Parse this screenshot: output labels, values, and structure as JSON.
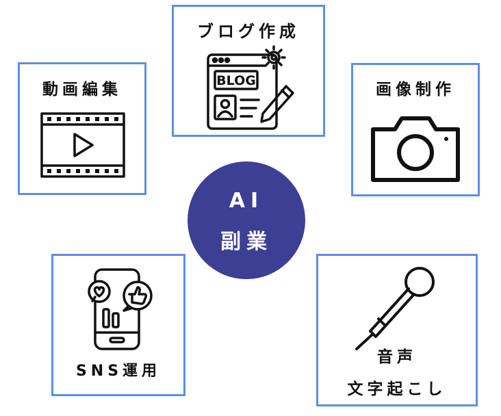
{
  "hub": {
    "line1": "AI",
    "line2": "副業",
    "color": "#3c3f94"
  },
  "border_color": "#5b8fe6",
  "cards": {
    "blog": {
      "label": "ブログ作成",
      "icon": "blog-editor-icon",
      "icon_text": "BLOG"
    },
    "video": {
      "label": "動画編集",
      "icon": "video-play-icon"
    },
    "image": {
      "label": "画像制作",
      "icon": "camera-icon"
    },
    "sns": {
      "label": "SNS運用",
      "icon": "smartphone-social-icon"
    },
    "voice": {
      "label_line1": "音声",
      "label_line2": "文字起こし",
      "icon": "microphone-icon"
    }
  }
}
